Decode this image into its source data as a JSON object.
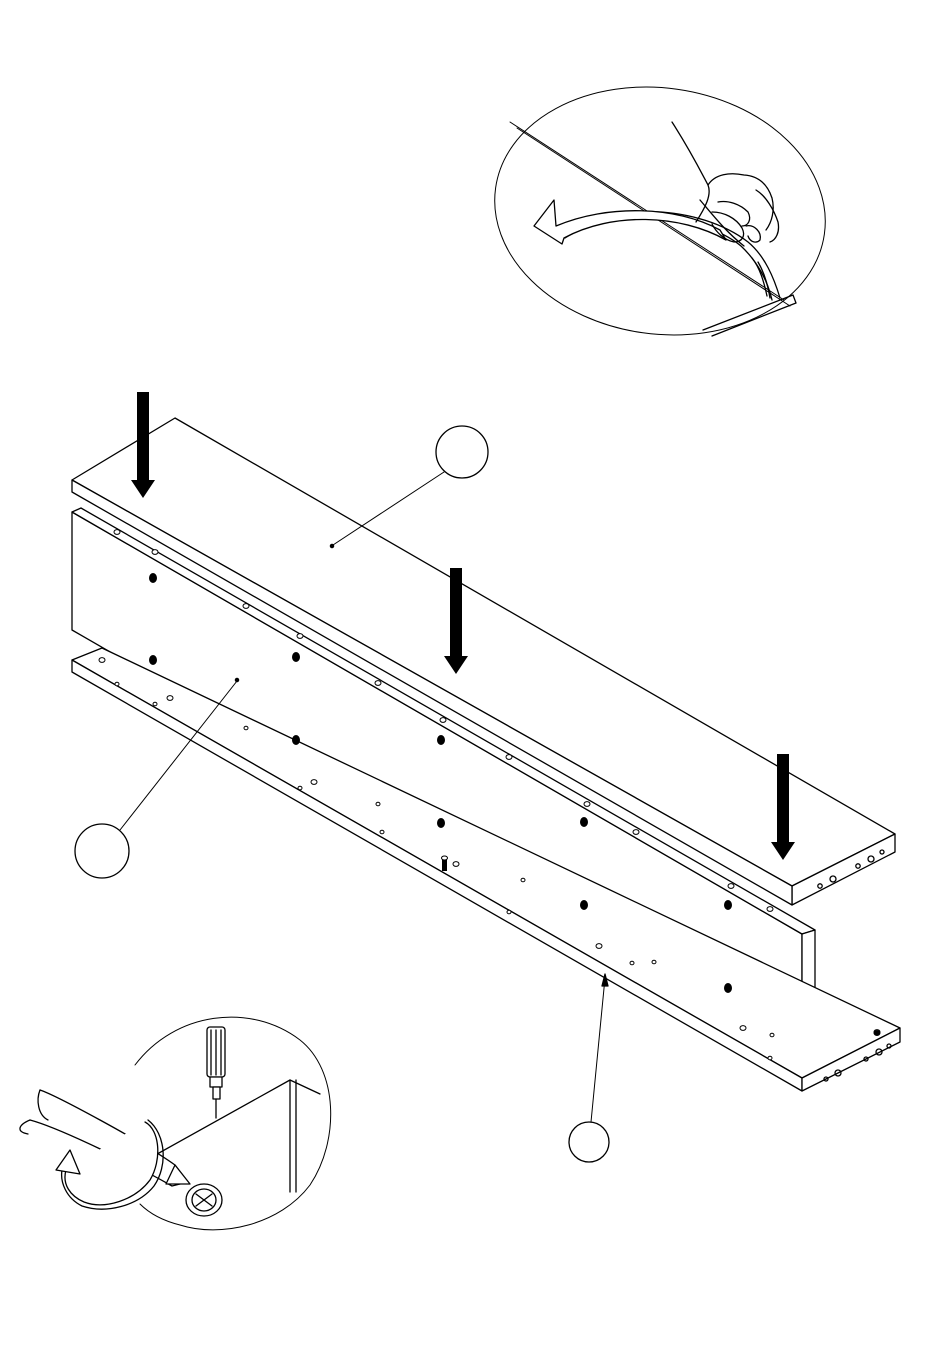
{
  "diagram": {
    "type": "assembly-instruction",
    "part_labels": [
      {
        "id": "top-board",
        "text": ""
      },
      {
        "id": "back-panel",
        "text": ""
      },
      {
        "id": "bottom-board",
        "text": ""
      }
    ],
    "press_arrows": 3,
    "details": [
      {
        "id": "peel-film-detail",
        "icon": "peel-film-icon"
      },
      {
        "id": "screwdriver-detail",
        "icon": "screwdriver-icon"
      }
    ],
    "colors": {
      "ink": "#000000",
      "paper": "#ffffff"
    }
  }
}
